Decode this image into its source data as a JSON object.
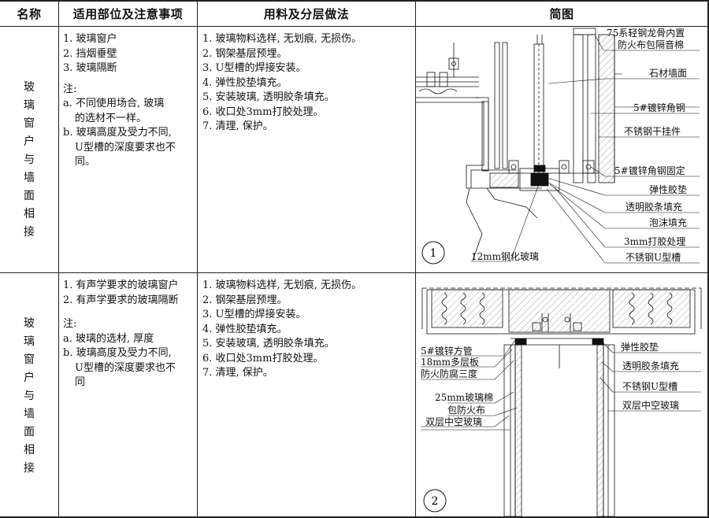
{
  "header": {
    "col_name": "名称",
    "col_scope": "适用部位及注意事项",
    "col_method": "用料及分层做法",
    "col_drawing": "简图"
  },
  "rows": [
    {
      "name_chars": [
        "玻",
        "璃",
        "窗",
        "户",
        "与",
        "墙",
        "面",
        "相",
        "接"
      ],
      "scope_items": [
        "1. 玻璃窗户",
        "2. 挡烟垂壁",
        "3. 玻璃隔断"
      ],
      "notes_title": "注:",
      "notes": [
        [
          "a. 不同使用场合, 玻璃",
          "的选材不一样。"
        ],
        [
          "b. 玻璃高度及受力不同,",
          "U型槽的深度要求也不",
          "同。"
        ]
      ],
      "method_items": [
        "1. 玻璃物料选样, 无划痕, 无损伤。",
        "2. 钢架基层预埋。",
        "3. U型槽的焊接安装。",
        "4. 弹性胶垫填充。",
        "5. 安装玻璃, 透明胶条填充。",
        "6. 收口处3mm打胶处理。",
        "7. 清理, 保护。"
      ],
      "drawing": {
        "number": "1",
        "labels": {
          "keel_1": "75系轻钢龙骨内置",
          "keel_2": "防火布包隔音棉",
          "stone": "石材墙面",
          "angle": "5#镀锌角钢",
          "hanger": "不锈钢干挂件",
          "angle_fix": "5#镀锌角钢固定",
          "pad": "弹性胶垫",
          "strip": "透明胶条填充",
          "foam": "泡沫填充",
          "glue": "3mm打胶处理",
          "channel": "不锈钢U型槽",
          "glass": "12mm钢化玻璃"
        }
      }
    },
    {
      "name_chars": [
        "玻",
        "璃",
        "窗",
        "户",
        "与",
        "墙",
        "面",
        "相",
        "接"
      ],
      "scope_items": [
        "1. 有声学要求的玻璃窗户",
        "2. 有声学要求的玻璃隔断"
      ],
      "notes_title": "注:",
      "notes": [
        [
          "a. 玻璃的选材, 厚度"
        ],
        [
          "b. 玻璃高度及受力不同,",
          "U型槽的深度要求也不",
          "同"
        ]
      ],
      "method_items": [
        "1. 玻璃物料选样, 无划痕, 无损伤。",
        "2. 钢架基层预埋。",
        "3. U型槽的焊接安装。",
        "4. 弹性胶垫填充。",
        "5. 安装玻璃, 透明胶条填充。",
        "6. 收口处3mm打胶处理。",
        "7. 清理, 保护。"
      ],
      "drawing": {
        "number": "2",
        "labels": {
          "tube": "5#镀锌方管",
          "board_1": "18mm多层板",
          "board_2": "防火防腐三度",
          "wool_1": "25mm玻璃棉",
          "wool_2": "包防火布",
          "dglass": "双层中空玻璃",
          "pad": "弹性胶垫",
          "strip": "透明胶条填充",
          "channel": "不锈钢U型槽",
          "dglass_r": "双层中空玻璃"
        }
      }
    }
  ]
}
